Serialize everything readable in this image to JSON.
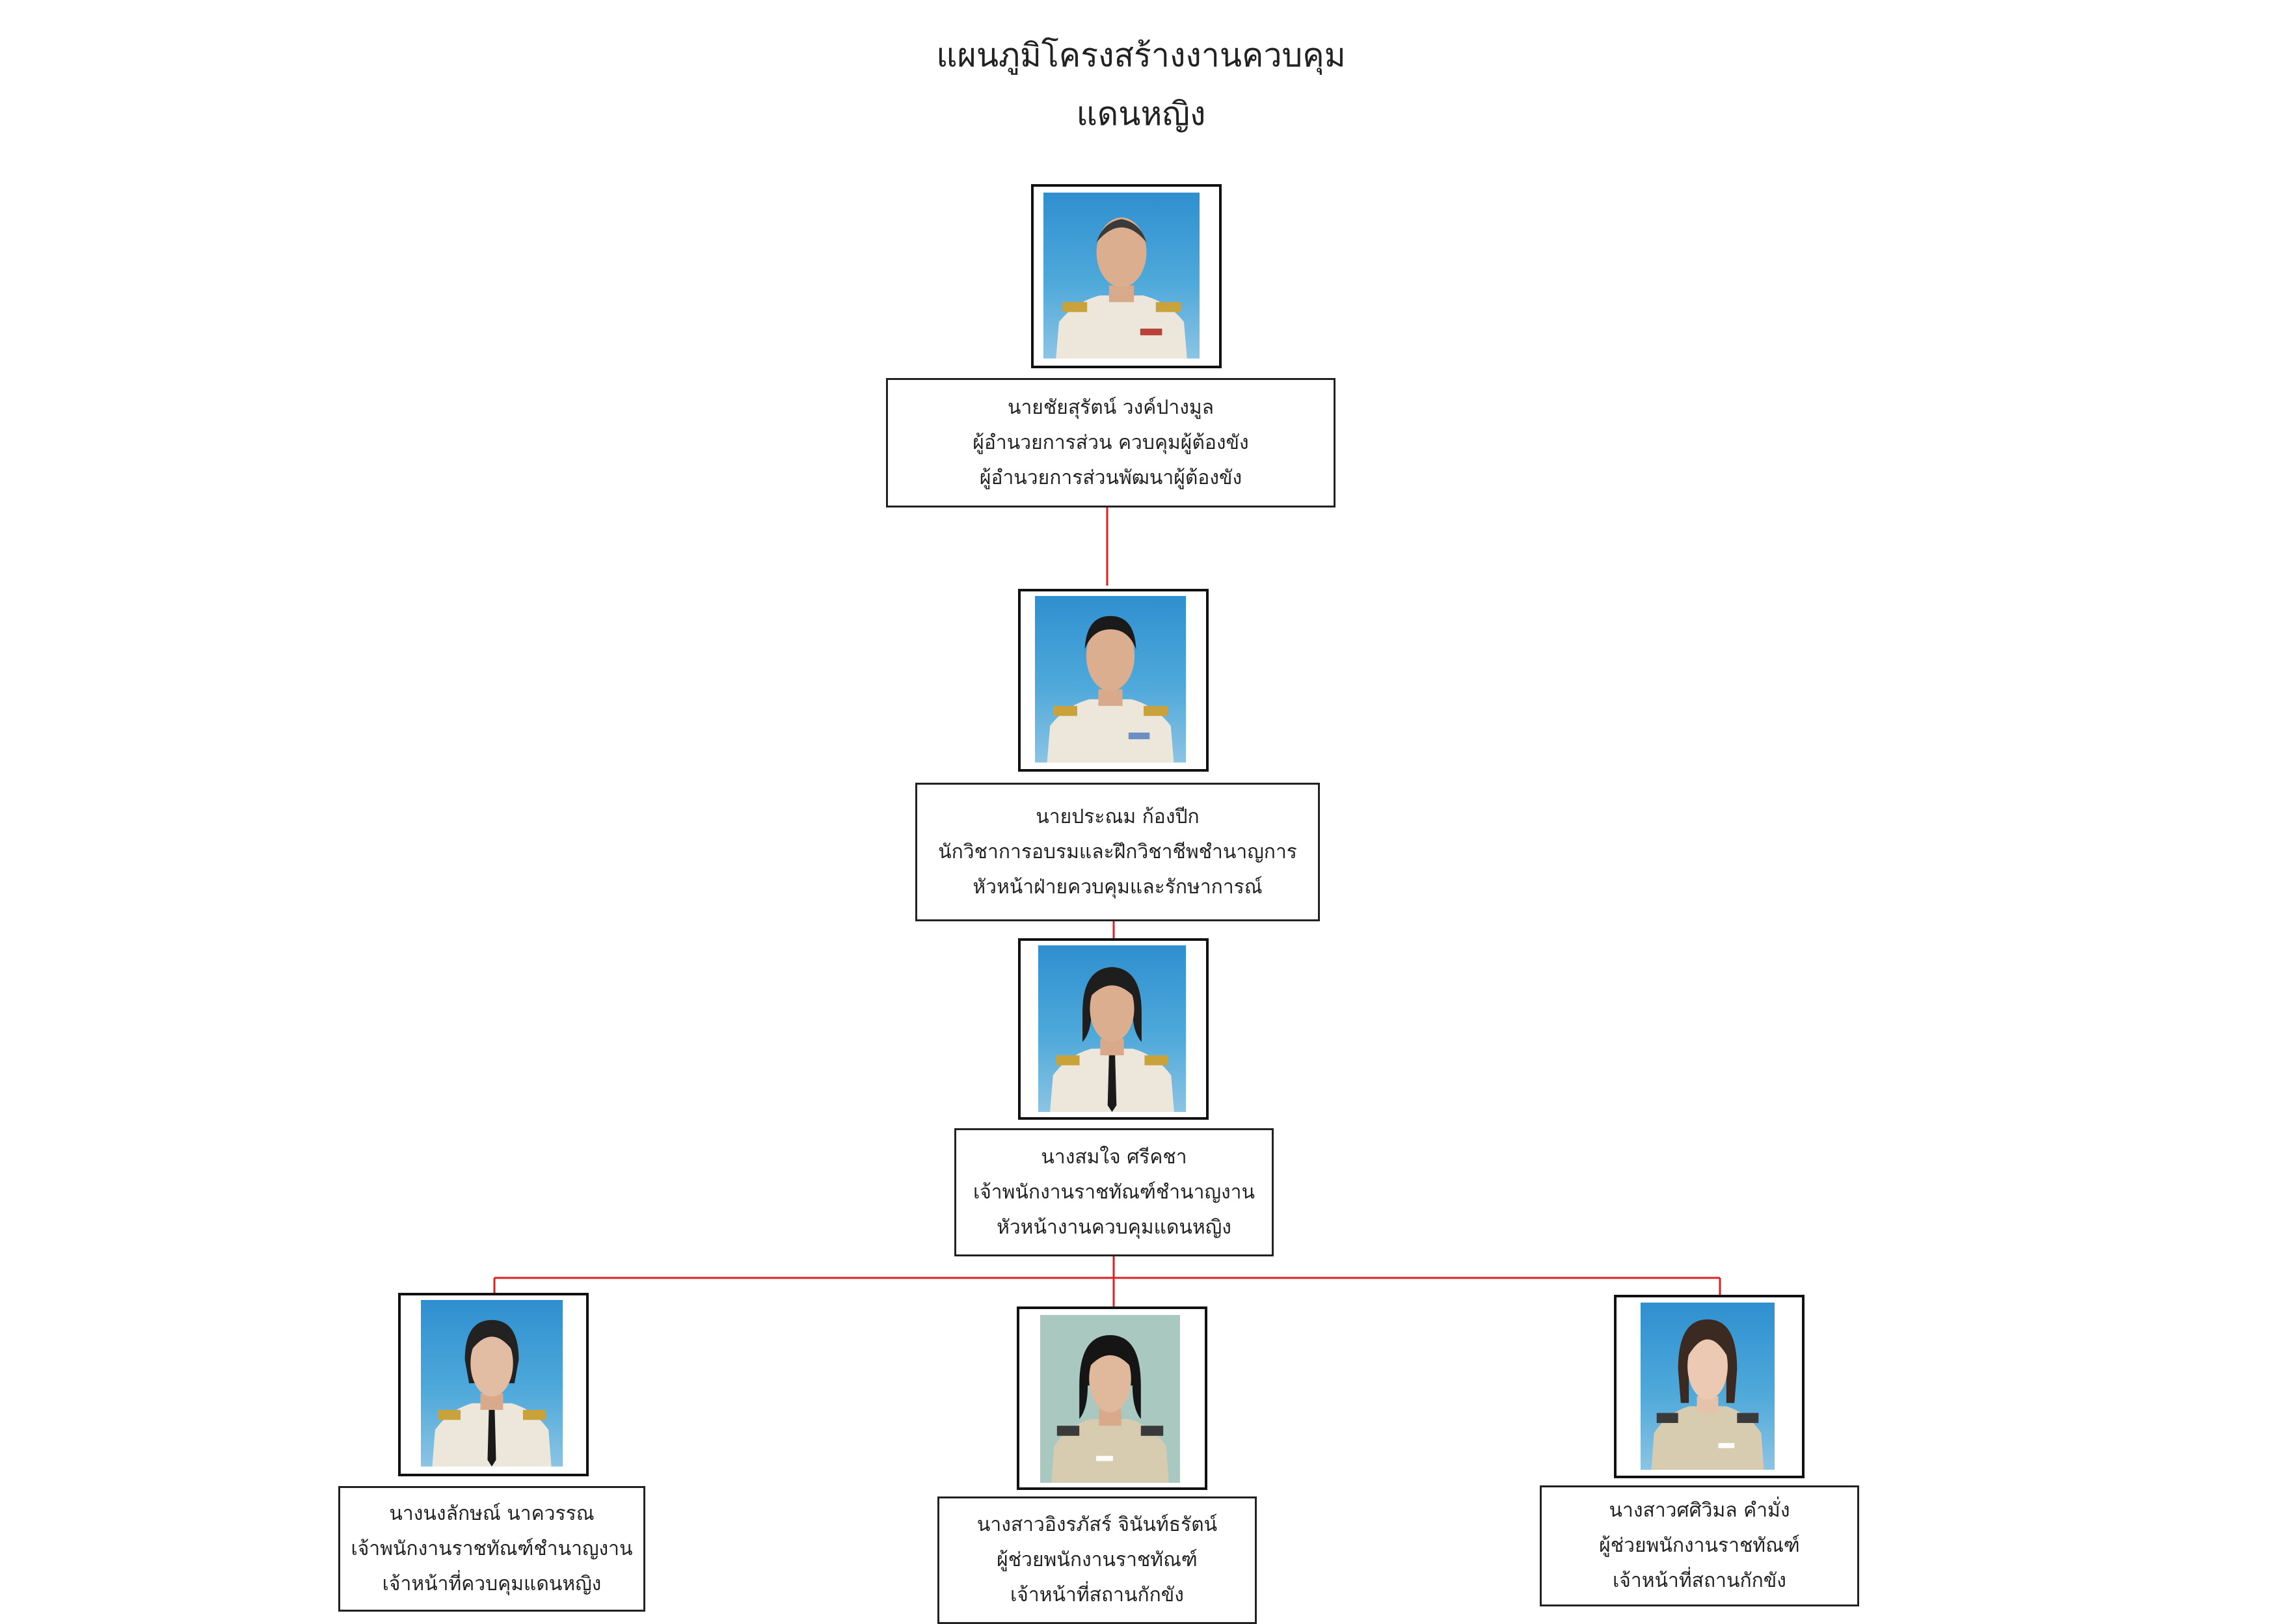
{
  "title": "แผนภูมิโครงสร้างงานควบคุมแดนหญิง",
  "colors": {
    "connector": "#e02020",
    "border": "#222222",
    "photo_background": "#3f9ad4"
  },
  "nodes": [
    {
      "id": "director",
      "name": "นายชัยสุรัตน์  วงค์ปางมูล",
      "lines": [
        "ผู้อำนวยการส่วน ควบคุมผู้ต้องขัง",
        "ผู้อำนวยการส่วนพัฒนาผู้ต้องขัง"
      ],
      "photo": "official-portrait-man"
    },
    {
      "id": "head-control",
      "name": "นายประณม  ก้องปีก",
      "lines": [
        "นักวิชาการอบรมและฝึกวิชาชีพชำนาญการ",
        "หัวหน้าฝ่ายควบคุมและรักษาการณ์"
      ],
      "photo": "official-portrait-man"
    },
    {
      "id": "head-women",
      "name": "นางสมใจ  ศรีคชา",
      "lines": [
        "เจ้าพนักงานราชทัณฑ์ชำนาญงาน",
        "หัวหน้างานควบคุมแดนหญิง"
      ],
      "photo": "official-portrait-woman"
    },
    {
      "id": "staff-1",
      "name": "นางนงลักษณ์  นาควรรณ",
      "lines": [
        "เจ้าพนักงานราชทัณฑ์ชำนาญงาน",
        "เจ้าหน้าที่ควบคุมแดนหญิง"
      ],
      "photo": "official-portrait-woman"
    },
    {
      "id": "staff-2",
      "name": "นางสาวอิงรภัสร์ จินันท์ธรัตน์",
      "lines": [
        "ผู้ช่วยพนักงานราชทัณฑ์",
        "เจ้าหน้าที่สถานกักขัง"
      ],
      "photo": "official-portrait-woman"
    },
    {
      "id": "staff-3",
      "name": "นางสาวศศิวิมล  คำมั่ง",
      "lines": [
        "ผู้ช่วยพนักงานราชทัณฑ์",
        "เจ้าหน้าที่สถานกักขัง"
      ],
      "photo": "official-portrait-woman"
    }
  ]
}
